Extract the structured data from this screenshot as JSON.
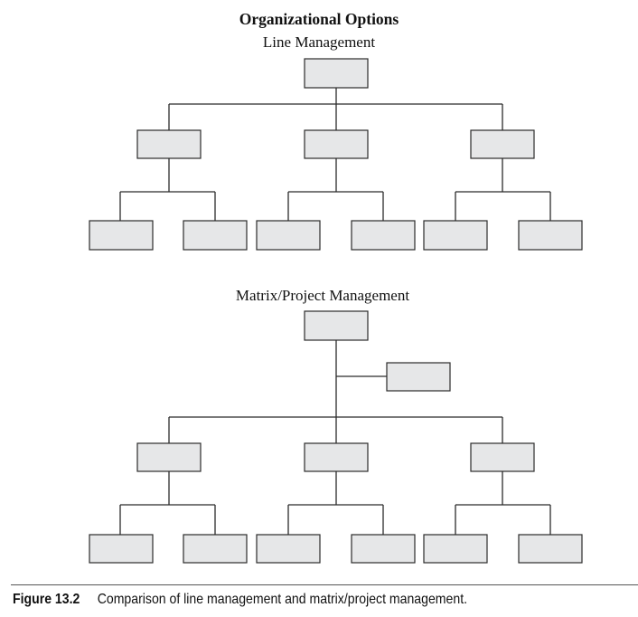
{
  "title": "Organizational Options",
  "section1": {
    "label": "Line Management"
  },
  "section2": {
    "label": "Matrix/Project Management"
  },
  "caption": {
    "figure": "Figure 13.2",
    "text": "Comparison of line management and matrix/project management."
  },
  "colors": {
    "box_fill": "#e6e7e8",
    "stroke": "#2b2b2b"
  }
}
